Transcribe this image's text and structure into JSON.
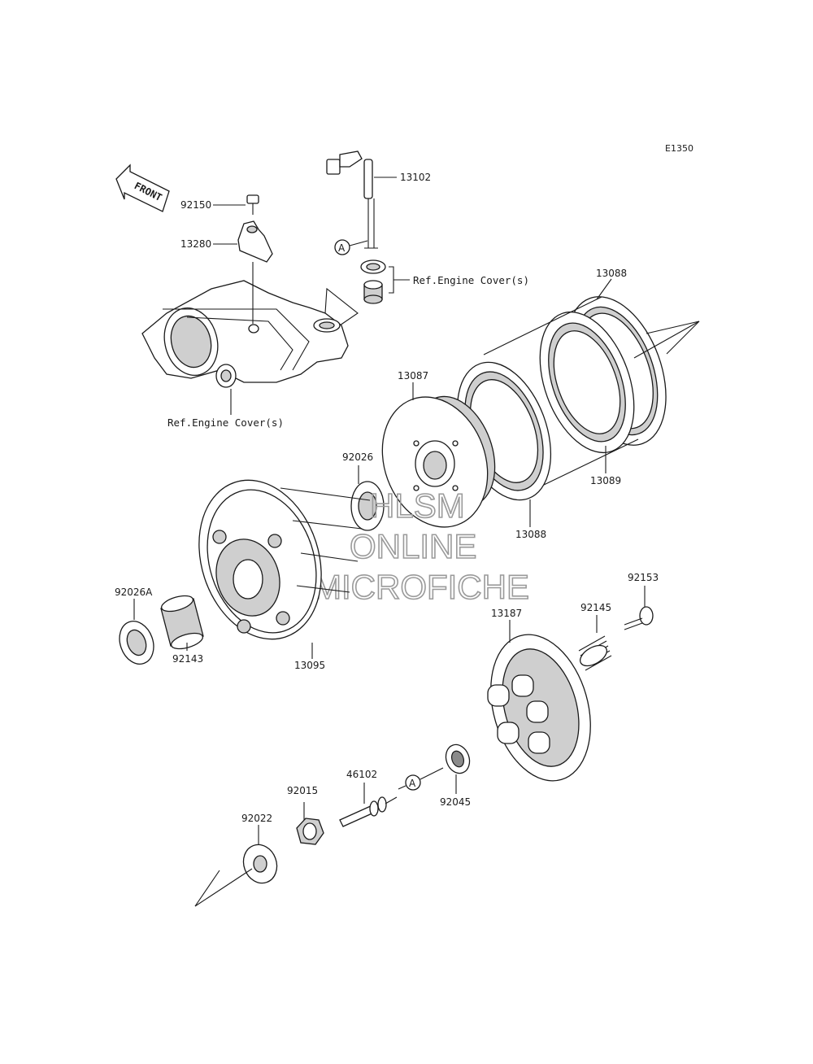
{
  "diagram_code": "E1350",
  "front_label": "FRONT",
  "refs": {
    "engine_cover_top": "Ref.Engine Cover(s)",
    "engine_cover_left": "Ref.Engine Cover(s)"
  },
  "callout_marker": "A",
  "watermark": [
    "HLSM",
    "ONLINE",
    "MICROFICHE"
  ],
  "parts": {
    "p13102": "13102",
    "p92150": "92150",
    "p13280": "13280",
    "p13088_top": "13088",
    "p13087": "13087",
    "p13089": "13089",
    "p13088_bottom": "13088",
    "p92026": "92026",
    "p92026A": "92026A",
    "p92143": "92143",
    "p13095": "13095",
    "p92153": "92153",
    "p92145": "92145",
    "p13187": "13187",
    "p46102": "46102",
    "p92015": "92015",
    "p92045": "92045",
    "p92022": "92022"
  }
}
